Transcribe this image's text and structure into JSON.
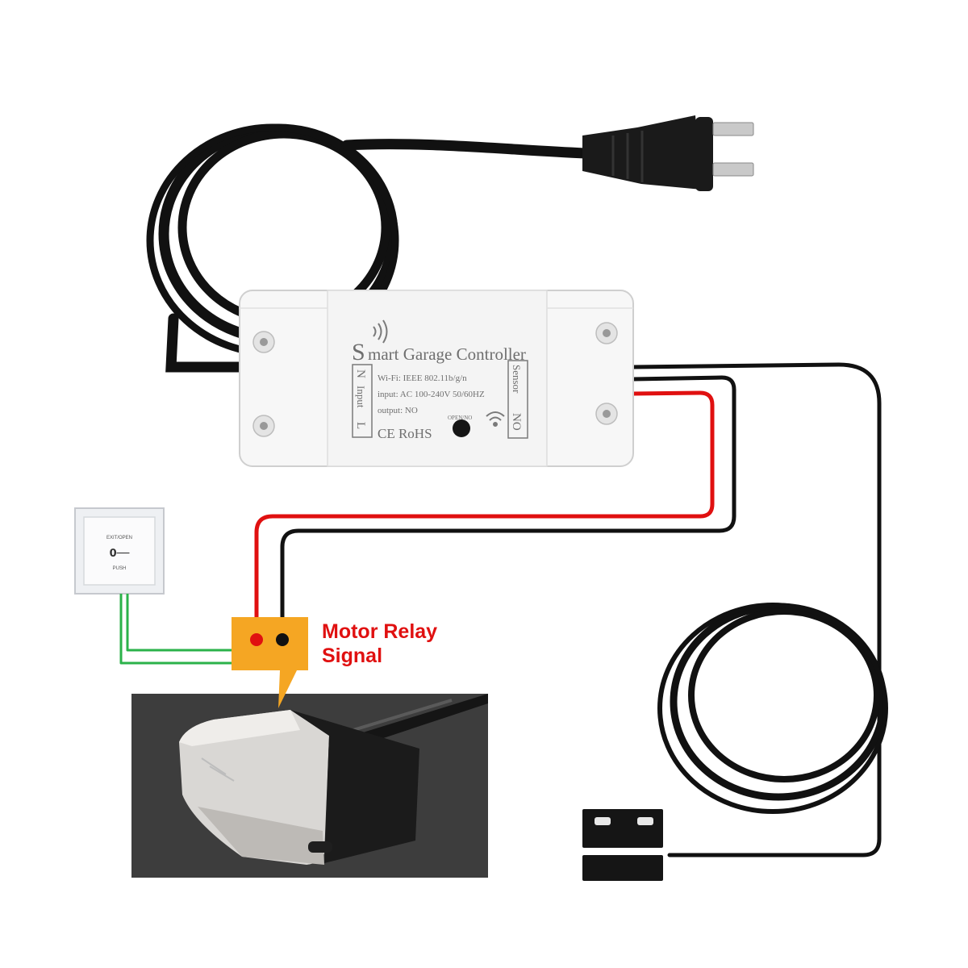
{
  "controller": {
    "brand_prefix": "S",
    "brand_rest": "mart Garage Controller",
    "spec_wifi": "Wi-Fi: IEEE 802.11b/g/n",
    "spec_input": "input: AC 100-240V  50/60HZ",
    "spec_output": "output:  NO",
    "certification": "CE RoHS",
    "button_label": "OPEN/NO",
    "input_terminal": {
      "n": "N",
      "label": "Input",
      "l": "L"
    },
    "sensor_terminal": {
      "label": "Sensor",
      "no": "NO"
    }
  },
  "wall_button": {
    "top_text": "EXIT/OPEN",
    "key_symbol": "0──",
    "bottom_text": "PUSH"
  },
  "callout": {
    "line1": "Motor Relay",
    "line2": "Signal"
  },
  "colors": {
    "red_wire": "#e01010",
    "black_wire": "#111111",
    "green_wire": "#2bb24a",
    "callout_text": "#e01010",
    "terminal_block": "#f5a623",
    "controller_body": "#f7f7f7",
    "opener_backdrop": "#3d3d3d"
  }
}
